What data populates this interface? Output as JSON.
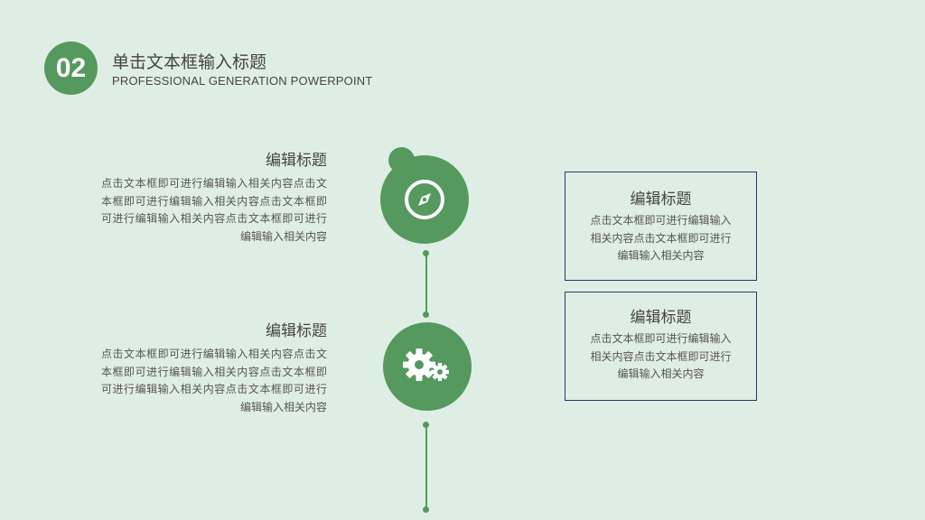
{
  "header": {
    "badge": "02",
    "title": "单击文本框输入标题",
    "subtitle": "PROFESSIONAL GENERATION POWERPOINT"
  },
  "left_items": [
    {
      "heading": "编辑标题",
      "body": "点击文本框即可进行编辑输入相关内容点击文本框即可进行编辑输入相关内容点击文本框即可进行编辑输入相关内容点击文本框即可进行编辑输入相关内容",
      "icon": "compass-icon"
    },
    {
      "heading": "编辑标题",
      "body": "点击文本框即可进行编辑输入相关内容点击文本框即可进行编辑输入相关内容点击文本框即可进行编辑输入相关内容点击文本框即可进行编辑输入相关内容",
      "icon": "gears-icon"
    }
  ],
  "right_boxes": [
    {
      "heading": "编辑标题",
      "body": "点击文本框即可进行编辑输入相关内容点击文本框即可进行编辑输入相关内容"
    },
    {
      "heading": "编辑标题",
      "body": "点击文本框即可进行编辑输入相关内容点击文本框即可进行编辑输入相关内容"
    }
  ],
  "colors": {
    "background": "#dfeee5",
    "accent": "#55995f",
    "box_border": "#1f3a6e",
    "text": "#444444"
  }
}
